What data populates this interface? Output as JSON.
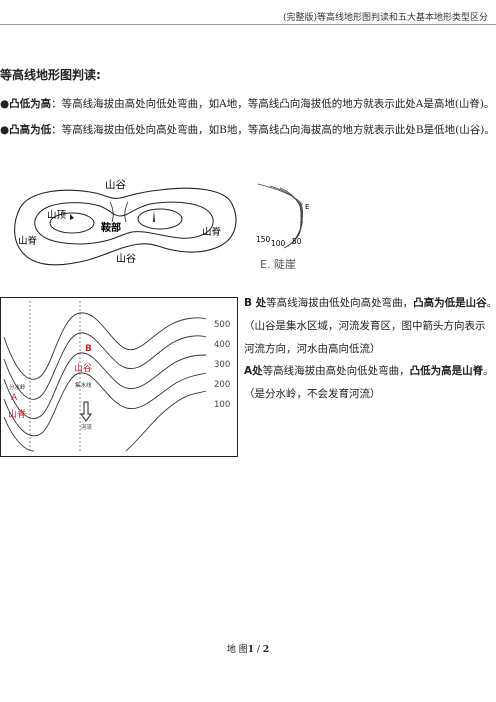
{
  "header": {
    "title": "(完整版)等高线地形图判读和五大基本地形类型区分"
  },
  "section_title": "等高线地形图判读",
  "bullets": [
    {
      "term": "凸低为高",
      "sep": "：",
      "text": "等高线海拔由高处向低处弯曲，如A地，等高线凸向海拔低的地方就表示此处A是高地(山脊)。"
    },
    {
      "term": "凸高为低",
      "sep": "：",
      "text": "等高线海拔由低处向高处弯曲，如B地，等高线凸向海拔高的地方就表示此处B是低地(山谷)。"
    }
  ],
  "diagram1": {
    "labels": {
      "valley_top": "山谷",
      "valley_bottom": "山谷",
      "peak": "山顶",
      "saddle": "鞍部",
      "ridge_left": "山脊",
      "ridge_right": "山脊"
    }
  },
  "diagram2": {
    "labels": {
      "e": "E",
      "v150": "150",
      "v100": "100",
      "v50": "50",
      "caption": "E. 陡崖"
    }
  },
  "diagram3": {
    "axis": [
      "500",
      "400",
      "300",
      "200",
      "100"
    ],
    "labels": {
      "b": "B",
      "a": "A",
      "valley": "山谷",
      "ridge": "山脊",
      "watershed": "分水岭",
      "catchment": "集水线",
      "river": "河流"
    }
  },
  "paragraph_b": {
    "line1_prefix": "B 处",
    "line1_text": "等高线海拔由低处向高处弯曲，",
    "line1_bold": "凸高为低是山谷",
    "line1_end": "。",
    "line2": "（山谷是集水区域，河流发育区，图中箭头方向表示",
    "line3": "河流方向，河水由高向低流）"
  },
  "paragraph_a": {
    "line1_prefix": "A处",
    "line1_text": "等高线海拔由高处向低处弯曲，",
    "line1_bold": "凸低为高是山脊",
    "line1_end": "。",
    "line2": "（是分水岭，不会发育河流）"
  },
  "footer": {
    "label": "地 图",
    "page": "1",
    "sep": " / ",
    "total": "2"
  }
}
